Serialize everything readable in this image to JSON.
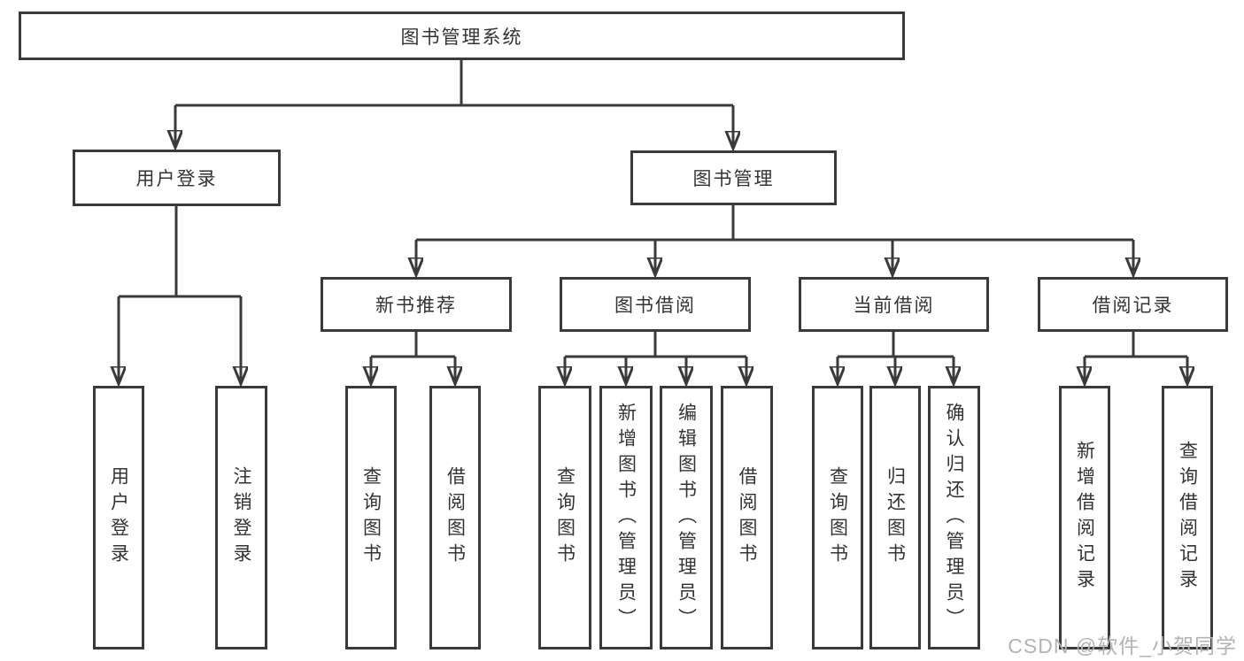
{
  "diagram": {
    "root": {
      "label": "图书管理系统"
    },
    "level2": [
      {
        "label": "用户登录"
      },
      {
        "label": "图书管理"
      }
    ],
    "level3": [
      {
        "label": "新书推荐"
      },
      {
        "label": "图书借阅"
      },
      {
        "label": "当前借阅"
      },
      {
        "label": "借阅记录"
      }
    ],
    "leaves": {
      "user_login": [
        {
          "label": "用户登录"
        },
        {
          "label": "注销登录"
        }
      ],
      "new_book": [
        {
          "label": "查询图书"
        },
        {
          "label": "借阅图书"
        }
      ],
      "book_borrow": [
        {
          "label": "查询图书"
        },
        {
          "label": "新增图书（管理员）"
        },
        {
          "label": "编辑图书（管理员）"
        },
        {
          "label": "借阅图书"
        }
      ],
      "current_borrow": [
        {
          "label": "查询图书"
        },
        {
          "label": "归还图书"
        },
        {
          "label": "确认归还（管理员）"
        }
      ],
      "borrow_record": [
        {
          "label": "新增借阅记录"
        },
        {
          "label": "查询借阅记录"
        }
      ]
    },
    "watermark": "CSDN @软件_小贺同学",
    "colors": {
      "line": "#3a3a3a",
      "box_border": "#3a3a3a",
      "box_fill": "#ffffff",
      "text": "#333333",
      "watermark": "#b3b3b3",
      "background": "#ffffff"
    }
  }
}
